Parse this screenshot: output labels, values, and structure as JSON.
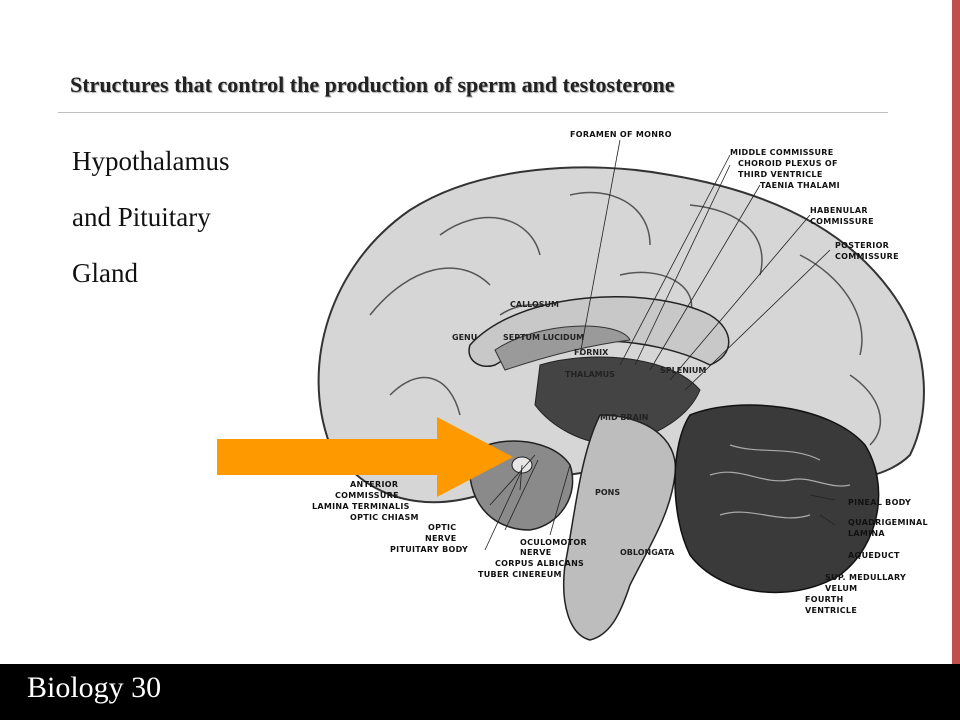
{
  "slide": {
    "title": "Structures that control the production of sperm and testosterone",
    "body_lines": [
      "Hypothalamus",
      "and Pituitary",
      "Gland"
    ],
    "footer": "Biology 30",
    "accent_color": "#c0504d",
    "arrow_color": "#ff9900"
  },
  "diagram": {
    "labels_top_right": {
      "foramen_of_monro": "FORAMEN OF MONRO",
      "middle_commissure": "MIDDLE COMMISSURE",
      "choroid_plexus_1": "CHOROID PLEXUS OF",
      "choroid_plexus_2": "THIRD VENTRICLE",
      "taenia_thalami": "TAENIA THALAMI",
      "habenular_1": "HABENULAR",
      "habenular_2": "COMMISSURE",
      "posterior_1": "POSTERIOR",
      "posterior_2": "COMMISSURE"
    },
    "labels_inner": {
      "callosum": "CALLOSUM",
      "genu": "GENU",
      "septum_lucidum": "SEPTUM LUCIDUM",
      "fornix": "FORNIX",
      "thalamus": "THALAMUS",
      "splenium": "SPLENIUM",
      "mid_brain": "MID BRAIN",
      "pons": "PONS",
      "oblongata": "OBLONGATA"
    },
    "labels_bottom_left": {
      "anterior": "ANTERIOR",
      "commissure": "COMMISSURE",
      "lamina_terminalis": "LAMINA TERMINALIS",
      "optic_chiasm": "OPTIC CHIASM",
      "optic": "OPTIC",
      "nerve": "NERVE",
      "pituitary_body": "PITUITARY BODY"
    },
    "labels_bottom_center": {
      "oculomotor": "OCULOMOTOR",
      "nerve": "NERVE",
      "corpus_albicans": "CORPUS ALBICANS",
      "tuber_cinereum": "TUBER CINEREUM"
    },
    "labels_bottom_right": {
      "pineal_body": "PINEAL BODY",
      "quadrigeminal": "QUADRIGEMINAL",
      "lamina": "LAMINA",
      "aqueduct": "AQUEDUCT",
      "sup_medullary": "SUP. MEDULLARY",
      "velum": "VELUM",
      "fourth": "FOURTH",
      "ventricle": "VENTRICLE"
    }
  }
}
